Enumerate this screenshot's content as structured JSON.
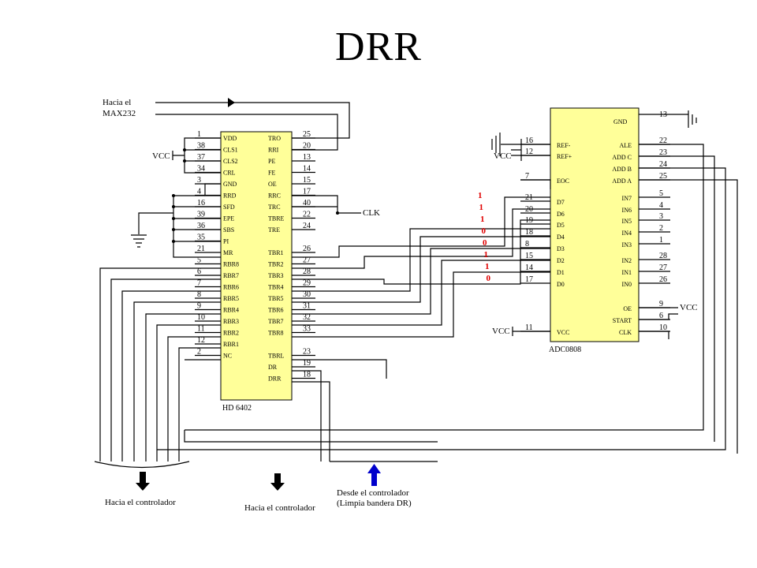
{
  "title": "DRR",
  "uart": {
    "name": "HD 6402",
    "left_pins": [
      {
        "num": "1",
        "label": "VDD"
      },
      {
        "num": "38",
        "label": "CLS1"
      },
      {
        "num": "37",
        "label": "CLS2"
      },
      {
        "num": "34",
        "label": "CRL"
      },
      {
        "num": "3",
        "label": "GND"
      },
      {
        "num": "4",
        "label": "RRD"
      },
      {
        "num": "16",
        "label": "SFD"
      },
      {
        "num": "39",
        "label": "EPE"
      },
      {
        "num": "36",
        "label": "SBS"
      },
      {
        "num": "35",
        "label": "PI"
      },
      {
        "num": "21",
        "label": "MR"
      },
      {
        "num": "5",
        "label": "RBR8"
      },
      {
        "num": "6",
        "label": "RBR7"
      },
      {
        "num": "7",
        "label": "RBR6"
      },
      {
        "num": "8",
        "label": "RBR5"
      },
      {
        "num": "9",
        "label": "RBR4"
      },
      {
        "num": "10",
        "label": "RBR3"
      },
      {
        "num": "11",
        "label": "RBR2"
      },
      {
        "num": "12",
        "label": "RBR1"
      },
      {
        "num": "2",
        "label": "NC"
      }
    ],
    "right_pins": [
      {
        "num": "25",
        "label": "TRO"
      },
      {
        "num": "20",
        "label": "RRI"
      },
      {
        "num": "13",
        "label": "PE"
      },
      {
        "num": "14",
        "label": "FE"
      },
      {
        "num": "15",
        "label": "OE"
      },
      {
        "num": "17",
        "label": "RRC"
      },
      {
        "num": "40",
        "label": "TRC"
      },
      {
        "num": "22",
        "label": "TBRE"
      },
      {
        "num": "24",
        "label": "TRE"
      },
      {
        "num": "",
        "label": ""
      },
      {
        "num": "26",
        "label": "TBR1"
      },
      {
        "num": "27",
        "label": "TBR2"
      },
      {
        "num": "28",
        "label": "TBR3"
      },
      {
        "num": "29",
        "label": "TBR4"
      },
      {
        "num": "30",
        "label": "TBR5"
      },
      {
        "num": "31",
        "label": "TBR6"
      },
      {
        "num": "32",
        "label": "TBR7"
      },
      {
        "num": "33",
        "label": "TBR8"
      },
      {
        "num": "",
        "label": ""
      },
      {
        "num": "23",
        "label": "TBRL"
      },
      {
        "num": "19",
        "label": "DR"
      },
      {
        "num": "18",
        "label": "DRR"
      }
    ]
  },
  "adc": {
    "name": "ADC0808",
    "top_label": "GND",
    "top_num": "13",
    "left_pins": [
      {
        "num": "16",
        "label": "REF-"
      },
      {
        "num": "12",
        "label": "REF+"
      },
      {
        "num": "7",
        "label": "EOC"
      },
      {
        "num": "21",
        "label": "D7"
      },
      {
        "num": "20",
        "label": "D6"
      },
      {
        "num": "19",
        "label": "D5"
      },
      {
        "num": "18",
        "label": "D4"
      },
      {
        "num": "8",
        "label": "D3"
      },
      {
        "num": "15",
        "label": "D2"
      },
      {
        "num": "14",
        "label": "D1"
      },
      {
        "num": "17",
        "label": "D0"
      },
      {
        "num": "11",
        "label": "VCC"
      }
    ],
    "right_pins": [
      {
        "num": "22",
        "label": "ALE"
      },
      {
        "num": "23",
        "label": "ADD C"
      },
      {
        "num": "24",
        "label": "ADD B"
      },
      {
        "num": "25",
        "label": "ADD A"
      },
      {
        "num": "5",
        "label": "IN7"
      },
      {
        "num": "4",
        "label": "IN6"
      },
      {
        "num": "3",
        "label": "IN5"
      },
      {
        "num": "2",
        "label": "IN4"
      },
      {
        "num": "1",
        "label": "IN3"
      },
      {
        "num": "28",
        "label": "IN2"
      },
      {
        "num": "27",
        "label": "IN1"
      },
      {
        "num": "26",
        "label": "IN0"
      },
      {
        "num": "9",
        "label": "OE"
      },
      {
        "num": "6",
        "label": "START"
      },
      {
        "num": "10",
        "label": "CLK"
      }
    ]
  },
  "bits": [
    "1",
    "1",
    "1",
    "0",
    "0",
    "1",
    "1",
    "0"
  ],
  "labels": {
    "max232": [
      "Hacia el",
      "MAX232"
    ],
    "vcc": "VCC",
    "clk": "CLK",
    "to_controller": "Hacia el controlador",
    "from_controller": [
      "Desde el controlador",
      "(Limpia bandera DR)"
    ]
  },
  "colors": {
    "chip_fill": "#ffff99",
    "bit_color": "#e00000",
    "arrow_blue": "#0000cc"
  }
}
